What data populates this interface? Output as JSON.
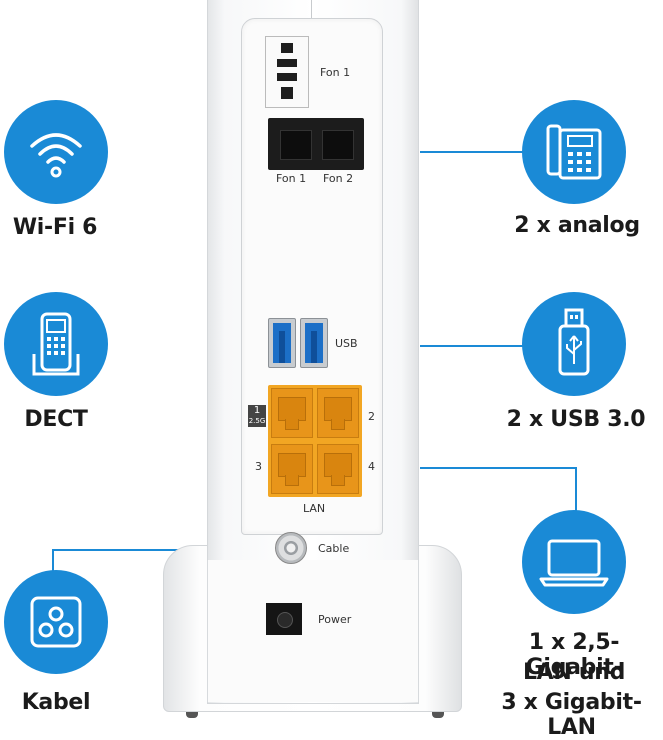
{
  "features": {
    "wifi": {
      "label": "Wi-Fi 6",
      "icon": "wifi-icon"
    },
    "dect": {
      "label": "DECT",
      "icon": "dect-handset-icon"
    },
    "kabel": {
      "label": "Kabel",
      "icon": "coax-outlet-icon"
    },
    "analog": {
      "label": "2 x analog",
      "icon": "phone-icon"
    },
    "usb": {
      "label": "2 x USB 3.0",
      "icon": "usb-stick-icon"
    },
    "lan": {
      "line1": "1 x 2,5-Gigabit-",
      "line2": "LAN und",
      "line3": "3 x Gigabit-LAN",
      "icon": "laptop-icon"
    }
  },
  "router": {
    "ports": {
      "fon1_top": "Fon 1",
      "fon1": "Fon 1",
      "fon2": "Fon 2",
      "usb": "USB",
      "lan": "LAN",
      "lan_port_1": "1",
      "lan_port_1_speed": "2.5G",
      "lan_port_2": "2",
      "lan_port_3": "3",
      "lan_port_4": "4",
      "cable": "Cable",
      "power": "Power"
    }
  },
  "colors": {
    "accent": "#1a8ad6",
    "lan_orange": "#f2a623",
    "usb_blue": "#1c6fc7"
  }
}
